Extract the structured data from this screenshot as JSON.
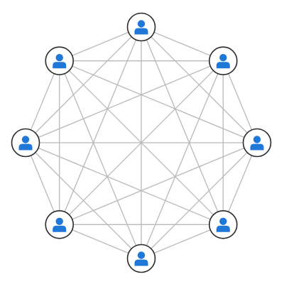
{
  "network": {
    "connectivity": "fully-connected",
    "colors": {
      "user_icon": "#1f78d8",
      "node_border": "#2a2a2a",
      "node_fill": "#ffffff",
      "edge": "#b9b9b9"
    },
    "nodes": [
      {
        "id": "top",
        "icon": "user-icon"
      },
      {
        "id": "top-right",
        "icon": "user-icon"
      },
      {
        "id": "right",
        "icon": "user-icon"
      },
      {
        "id": "bottom-right",
        "icon": "user-icon"
      },
      {
        "id": "bottom",
        "icon": "user-icon"
      },
      {
        "id": "bottom-left",
        "icon": "user-icon"
      },
      {
        "id": "left",
        "icon": "user-icon"
      },
      {
        "id": "top-left",
        "icon": "user-icon"
      }
    ]
  }
}
